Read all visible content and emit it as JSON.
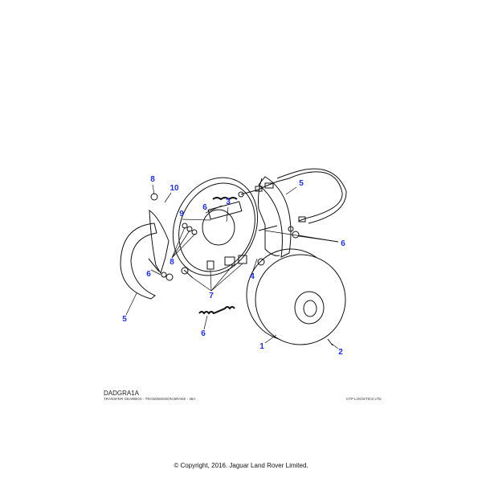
{
  "diagram": {
    "code": "DADGRA1A",
    "subtitle": "TRANSFER GEARBOX - TRANSMISSION BRAKE - 38A",
    "company": "CTP LOGISTICS LTD",
    "callout_color": "#1a2dff",
    "callouts": [
      "3",
      "6",
      "9",
      "8",
      "10",
      "5",
      "6",
      "8",
      "6",
      "4",
      "7",
      "5",
      "6",
      "1",
      "2"
    ]
  },
  "footer": {
    "copyright": "© Copyright, 2016. Jaguar Land Rover Limited."
  }
}
